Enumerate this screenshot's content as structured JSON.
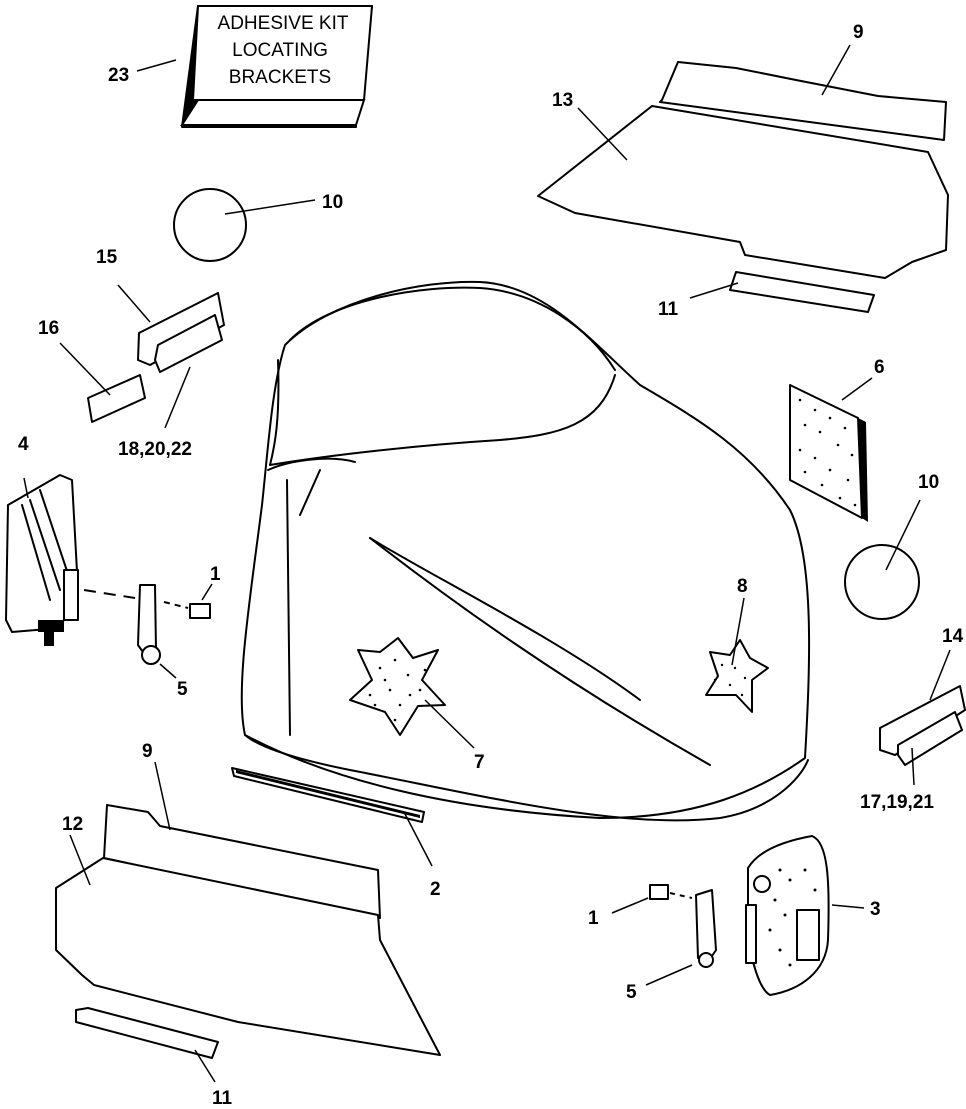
{
  "adhesive_kit": {
    "line1": "ADHESIVE KIT",
    "line2": "LOCATING",
    "line3": "BRACKETS"
  },
  "callouts": {
    "c23": "23",
    "c10a": "10",
    "c10b": "10",
    "c15": "15",
    "c16": "16",
    "c18_20_22": "18,20,22",
    "c4": "4",
    "c1a": "1",
    "c5a": "5",
    "c9a": "9",
    "c12": "12",
    "c11a": "11",
    "c9b": "9",
    "c13": "13",
    "c11b": "11",
    "c6": "6",
    "c8": "8",
    "c7": "7",
    "c14": "14",
    "c17_19_21": "17,19,21",
    "c2": "2",
    "c3": "3",
    "c1b": "1",
    "c5b": "5"
  }
}
